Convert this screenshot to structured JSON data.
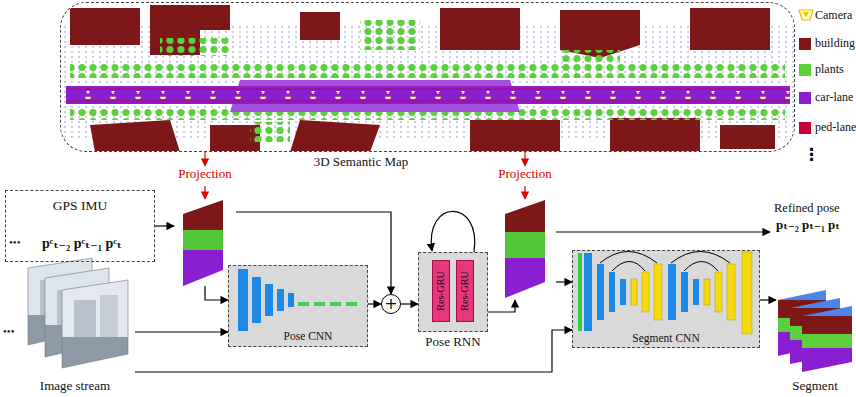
{
  "diagram": {
    "nodes": [
      {
        "text": [
          "3D Semantic Map"
        ]
      },
      {
        "text": [
          "Projection"
        ]
      },
      {
        "text": [
          "Projection"
        ]
      },
      {
        "text": [
          "GPS IMU",
          "pᶜₜ₋₂ pᶜₜ₋₁ pᶜₜ"
        ]
      },
      {
        "text": [
          "Pose CNN"
        ]
      },
      {
        "text": [
          "+"
        ]
      },
      {
        "text": [
          "Pose RNN"
        ]
      },
      {
        "text": [
          "Res-GRU"
        ],
        "in": 6
      },
      {
        "text": [
          "Res-GRU"
        ],
        "in": 6
      },
      {
        "text": [
          "Refined pose",
          "pₜ₋₂ pₜ₋₁ pₜ"
        ]
      },
      {
        "text": [
          "Segment CNN"
        ]
      },
      {
        "text": [
          "Image stream"
        ]
      },
      {
        "text": [
          "Segment"
        ]
      }
    ],
    "edges": [
      {
        "from": 0,
        "to": 1,
        "arrow": "to"
      },
      {
        "from": 0,
        "to": 2,
        "arrow": "to"
      },
      {
        "from": 3,
        "to": 1,
        "arrow": "to"
      },
      {
        "from": 1,
        "to": 4,
        "arrow": "to"
      },
      {
        "from": 1,
        "to": 5,
        "arrow": "to"
      },
      {
        "from": 4,
        "to": 5,
        "arrow": "to"
      },
      {
        "from": 5,
        "to": 6,
        "arrow": "to"
      },
      {
        "from": 6,
        "to": 2,
        "arrow": "to"
      },
      {
        "from": 2,
        "to": 9,
        "arrow": "to"
      },
      {
        "from": 2,
        "to": 10,
        "arrow": "to"
      },
      {
        "from": 11,
        "to": 4,
        "arrow": "to"
      },
      {
        "from": 11,
        "to": 10,
        "arrow": "to"
      },
      {
        "from": 10,
        "to": 12,
        "arrow": "to"
      }
    ],
    "labels": [
      "•••",
      "•••",
      "⋮"
    ],
    "legend": [
      {
        "text": "Camera"
      },
      {
        "text": "building",
        "color": "#7e1717"
      },
      {
        "text": "plants",
        "color": "#5ccf3c"
      },
      {
        "text": "car-lane",
        "color": "#8a1fd1"
      },
      {
        "text": "ped-lane",
        "color": "#c8003a"
      }
    ]
  }
}
